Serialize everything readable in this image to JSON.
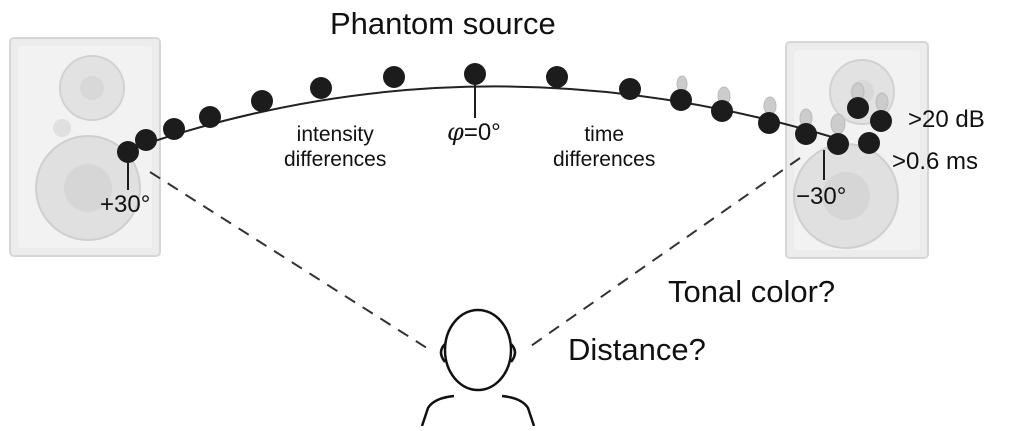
{
  "title": "Phantom source",
  "labels": {
    "intensity_line1": "intensity",
    "intensity_line2": "differences",
    "time_line1": "time",
    "time_line2": "differences",
    "phi_symbol": "φ",
    "phi_value": "=0°",
    "left_angle": "+30°",
    "right_angle": "−30°",
    "db_threshold": ">20 dB",
    "ms_threshold": ">0.6 ms",
    "tonal_color": "Tonal color?",
    "distance": "Distance?"
  },
  "colors": {
    "dot": "#1c1c1c",
    "speaker": "#ececec",
    "speaker_edge": "#d6d6d6",
    "dashed_line": "#333333"
  },
  "icons": [
    "left-speaker-icon",
    "right-speaker-icon",
    "listener-head-icon"
  ]
}
